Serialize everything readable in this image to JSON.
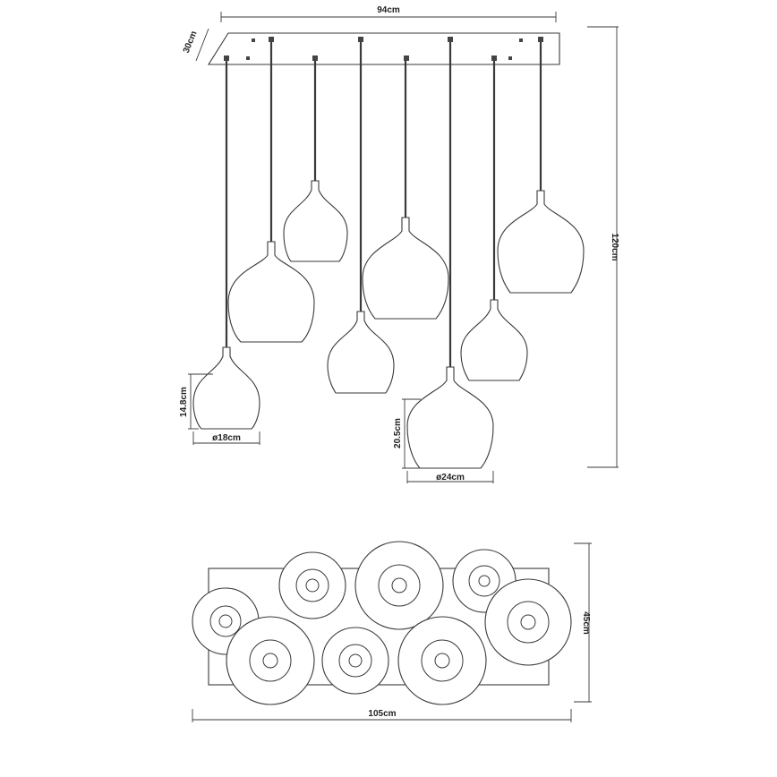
{
  "dimensions": {
    "canopy_width": "94cm",
    "canopy_depth": "30cm",
    "total_height": "120cm",
    "small_shade_height": "14.8cm",
    "small_shade_diameter": "ø18cm",
    "large_shade_height": "20.5cm",
    "large_shade_diameter": "ø24cm",
    "plan_depth": "45cm",
    "plan_width": "105cm"
  },
  "pendant_count": 8
}
